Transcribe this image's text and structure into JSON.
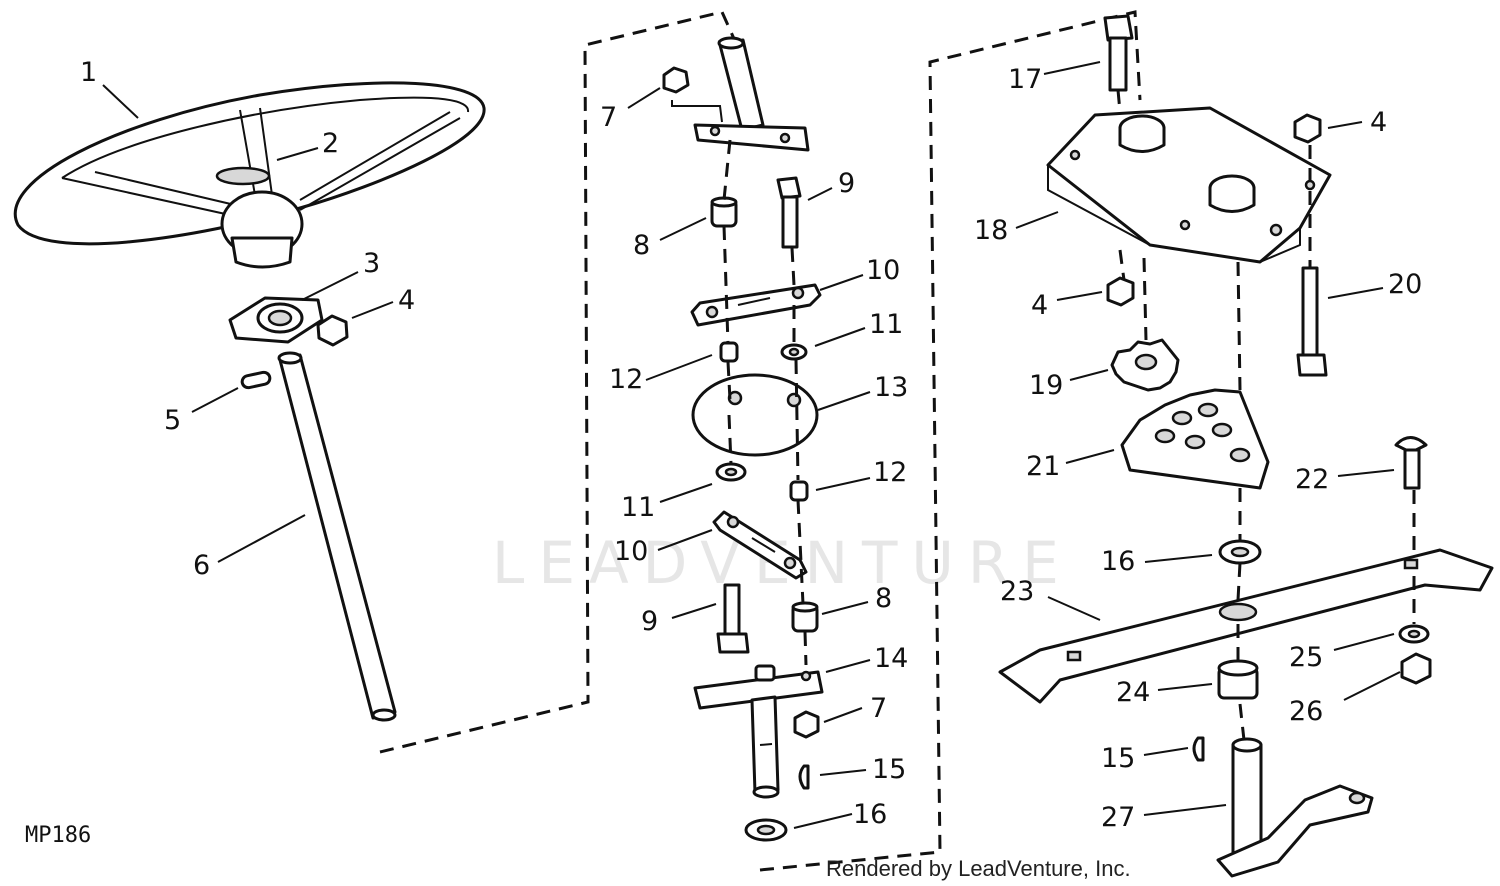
{
  "figure_code": "MP186",
  "watermark": "LEADVENTURE",
  "credit": "Rendered by LeadVenture, Inc.",
  "callouts": [
    {
      "id": "c1",
      "label": "1"
    },
    {
      "id": "c2",
      "label": "2"
    },
    {
      "id": "c3",
      "label": "3"
    },
    {
      "id": "c4a",
      "label": "4"
    },
    {
      "id": "c5",
      "label": "5"
    },
    {
      "id": "c6",
      "label": "6"
    },
    {
      "id": "c7a",
      "label": "7"
    },
    {
      "id": "c8a",
      "label": "8"
    },
    {
      "id": "c9a",
      "label": "9"
    },
    {
      "id": "c10a",
      "label": "10"
    },
    {
      "id": "c11a",
      "label": "11"
    },
    {
      "id": "c12a",
      "label": "12"
    },
    {
      "id": "c13",
      "label": "13"
    },
    {
      "id": "c11b",
      "label": "11"
    },
    {
      "id": "c12b",
      "label": "12"
    },
    {
      "id": "c10b",
      "label": "10"
    },
    {
      "id": "c9b",
      "label": "9"
    },
    {
      "id": "c8b",
      "label": "8"
    },
    {
      "id": "c14",
      "label": "14"
    },
    {
      "id": "c7b",
      "label": "7"
    },
    {
      "id": "c15a",
      "label": "15"
    },
    {
      "id": "c16a",
      "label": "16"
    },
    {
      "id": "c17",
      "label": "17"
    },
    {
      "id": "c4b",
      "label": "4"
    },
    {
      "id": "c18",
      "label": "18"
    },
    {
      "id": "c4c",
      "label": "4"
    },
    {
      "id": "c20",
      "label": "20"
    },
    {
      "id": "c19",
      "label": "19"
    },
    {
      "id": "c21",
      "label": "21"
    },
    {
      "id": "c22",
      "label": "22"
    },
    {
      "id": "c16b",
      "label": "16"
    },
    {
      "id": "c23",
      "label": "23"
    },
    {
      "id": "c25",
      "label": "25"
    },
    {
      "id": "c24",
      "label": "24"
    },
    {
      "id": "c26",
      "label": "26"
    },
    {
      "id": "c15b",
      "label": "15"
    },
    {
      "id": "c27",
      "label": "27"
    }
  ]
}
